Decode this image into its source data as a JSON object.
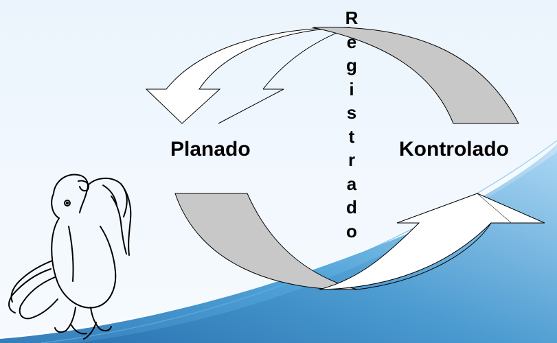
{
  "diagram": {
    "left_label": "Planado",
    "right_label": "Kontrolado",
    "center_letters": [
      "R",
      "e",
      "g",
      "i",
      "s",
      "t",
      "r",
      "a",
      "d",
      "o"
    ]
  },
  "colors": {
    "background_top": "#e6f1fb",
    "accent_blue": "#3f9bd5",
    "arrow_fill": "#ffffff",
    "arrow_shadow": "#c8c8c8",
    "outline": "#000000"
  },
  "icons": [
    "bird-illustration",
    "cycle-arrow-top-icon",
    "cycle-arrow-bottom-icon"
  ]
}
